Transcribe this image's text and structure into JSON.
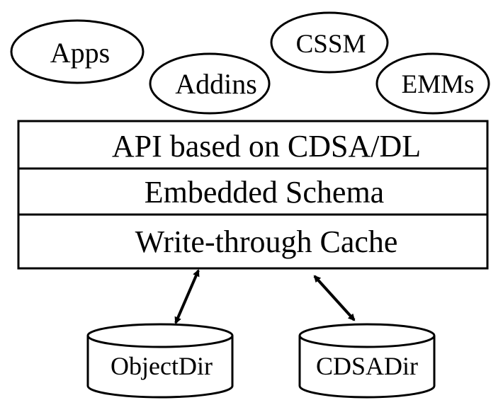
{
  "clients": {
    "apps": "Apps",
    "addins": "Addins",
    "cssm": "CSSM",
    "emms": "EMMs"
  },
  "layers": {
    "api": "API based on CDSA/DL",
    "schema": "Embedded Schema",
    "cache": "Write-through Cache"
  },
  "stores": {
    "objectdir": "ObjectDir",
    "cdsadir": "CDSADir"
  },
  "colors": {
    "stroke": "#000000",
    "background": "#ffffff"
  }
}
